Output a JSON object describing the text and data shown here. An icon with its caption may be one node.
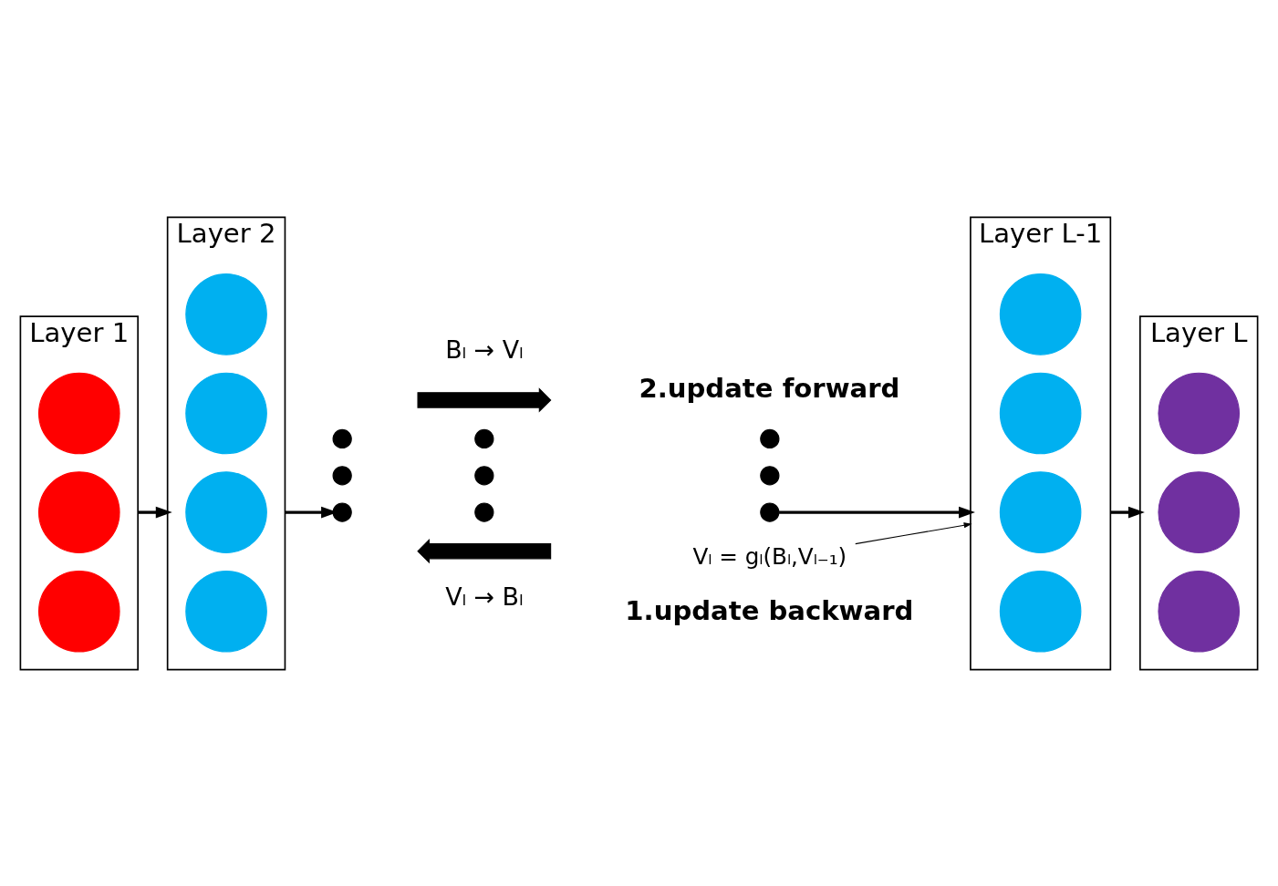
{
  "diagram": {
    "nodes": [
      {
        "text": [
          "Layer 1"
        ]
      },
      {
        "text": [],
        "shape": "circle",
        "in": 0
      },
      {
        "text": [],
        "shape": "circle",
        "in": 0
      },
      {
        "text": [],
        "shape": "circle",
        "in": 0
      },
      {
        "text": [
          "Layer 2"
        ]
      },
      {
        "text": [],
        "shape": "circle",
        "in": 4
      },
      {
        "text": [],
        "shape": "circle",
        "in": 4
      },
      {
        "text": [],
        "shape": "circle",
        "in": 4
      },
      {
        "text": [],
        "shape": "circle",
        "in": 4
      },
      {
        "text": [],
        "shape": "circle"
      },
      {
        "text": [],
        "shape": "circle"
      },
      {
        "text": [],
        "shape": "circle"
      },
      {
        "text": [],
        "shape": "circle"
      },
      {
        "text": [],
        "shape": "circle"
      },
      {
        "text": [],
        "shape": "circle"
      },
      {
        "text": [],
        "shape": "circle"
      },
      {
        "text": [],
        "shape": "circle"
      },
      {
        "text": [],
        "shape": "circle"
      },
      {
        "text": [
          "Vₗ = gₗ(Bₗ,Vₗ₋₁)"
        ]
      },
      {
        "text": [
          "Layer L-1"
        ]
      },
      {
        "text": [],
        "shape": "circle",
        "in": 19
      },
      {
        "text": [],
        "shape": "circle",
        "in": 19
      },
      {
        "text": [],
        "shape": "circle",
        "in": 19
      },
      {
        "text": [],
        "shape": "circle",
        "in": 19
      },
      {
        "text": [
          "Layer L"
        ]
      },
      {
        "text": [],
        "shape": "circle",
        "in": 24
      },
      {
        "text": [],
        "shape": "circle",
        "in": 24
      },
      {
        "text": [],
        "shape": "circle",
        "in": 24
      },
      {
        "text": [],
        "shape": "arrow"
      },
      {
        "text": [],
        "shape": "arrow"
      }
    ],
    "edges": [
      {
        "from": 0,
        "to": 4,
        "arrow": "to"
      },
      {
        "from": 4,
        "to": 12,
        "arrow": "to"
      },
      {
        "from": 14,
        "to": 19,
        "arrow": "to"
      },
      {
        "from": 19,
        "to": 24,
        "arrow": "to"
      },
      {
        "from": 18,
        "to": 19,
        "arrow": "to"
      }
    ],
    "labels": [
      "Vₗ → Bₗ",
      "1.update backward",
      "2.update forward",
      "Bₗ → Vₗ"
    ]
  }
}
